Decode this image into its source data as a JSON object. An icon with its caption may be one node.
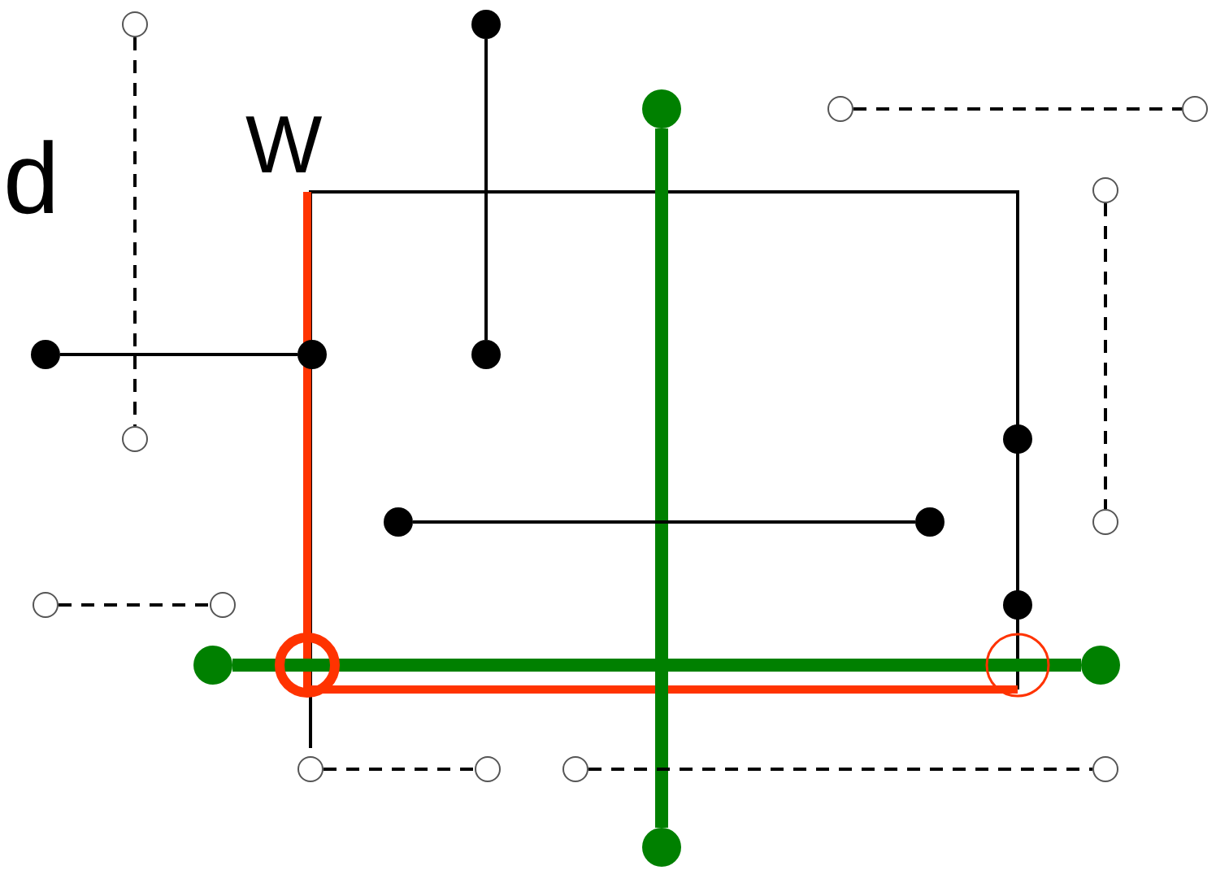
{
  "diagram": {
    "nodes": [
      {
        "text": [],
        "shape": "circle"
      },
      {
        "text": [],
        "shape": "dot"
      },
      {
        "text": [],
        "shape": "dot"
      },
      {
        "text": [],
        "shape": "circle"
      },
      {
        "text": [],
        "shape": "circle"
      },
      {
        "text": [],
        "shape": "circle"
      },
      {
        "text": [],
        "shape": "dot"
      },
      {
        "text": [],
        "shape": "dot"
      },
      {
        "text": [],
        "shape": "dot"
      },
      {
        "text": [],
        "shape": "circle"
      },
      {
        "text": [],
        "shape": "dot"
      },
      {
        "text": [],
        "shape": "dot"
      },
      {
        "text": [],
        "shape": "dot"
      },
      {
        "text": [],
        "shape": "circle"
      },
      {
        "text": [],
        "shape": "circle"
      },
      {
        "text": [],
        "shape": "circle"
      },
      {
        "text": [],
        "shape": "dot"
      },
      {
        "text": [],
        "shape": "dot"
      },
      {
        "text": [],
        "shape": "dot"
      },
      {
        "text": [],
        "shape": "circle"
      },
      {
        "text": [],
        "shape": "circle"
      },
      {
        "text": [],
        "shape": "circle"
      },
      {
        "text": [],
        "shape": "circle"
      },
      {
        "text": [],
        "shape": "dot"
      }
    ],
    "edges": [
      {
        "from": 0,
        "to": 9,
        "arrow": "none",
        "style": "dashed"
      },
      {
        "from": 1,
        "to": 8,
        "arrow": "none"
      },
      {
        "from": 2,
        "to": 23,
        "arrow": "none",
        "style": "thick",
        "color": "#008000"
      },
      {
        "from": 3,
        "to": 4,
        "arrow": "none",
        "style": "dashed"
      },
      {
        "from": 5,
        "to": 13,
        "arrow": "none",
        "style": "dashed"
      },
      {
        "from": 6,
        "to": 7,
        "arrow": "none"
      },
      {
        "from": 10,
        "to": 16,
        "arrow": "none"
      },
      {
        "from": 11,
        "to": 12,
        "arrow": "none"
      },
      {
        "from": 14,
        "to": 15,
        "arrow": "none",
        "style": "dashed"
      },
      {
        "from": 17,
        "to": 18,
        "arrow": "none",
        "style": "thick",
        "color": "#008000"
      },
      {
        "from": 19,
        "to": 20,
        "arrow": "none",
        "style": "dashed"
      },
      {
        "from": 21,
        "to": 22,
        "arrow": "none",
        "style": "dashed"
      }
    ],
    "labels": [
      "d",
      "W"
    ]
  }
}
